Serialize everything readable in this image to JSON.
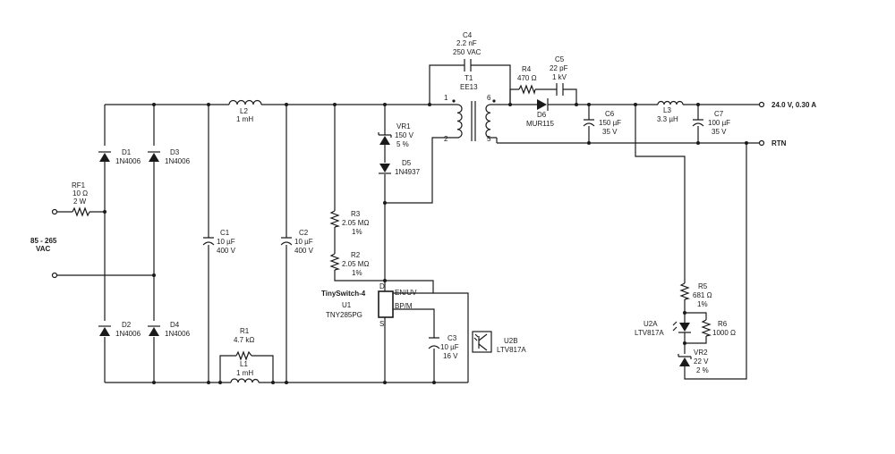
{
  "input": {
    "voltage": "85 - 265",
    "unit": "VAC"
  },
  "rf1": {
    "ref": "RF1",
    "value": "10 Ω",
    "power": "2 W"
  },
  "d1": {
    "ref": "D1",
    "part": "1N4006"
  },
  "d2": {
    "ref": "D2",
    "part": "1N4006"
  },
  "d3": {
    "ref": "D3",
    "part": "1N4006"
  },
  "d4": {
    "ref": "D4",
    "part": "1N4006"
  },
  "c1": {
    "ref": "C1",
    "value": "10 µF",
    "rating": "400 V"
  },
  "c2": {
    "ref": "C2",
    "value": "10 µF",
    "rating": "400 V"
  },
  "l2": {
    "ref": "L2",
    "value": "1 mH"
  },
  "r1": {
    "ref": "R1",
    "value": "4.7 kΩ"
  },
  "l1": {
    "ref": "L1",
    "value": "1 mH"
  },
  "r3": {
    "ref": "R3",
    "value": "2.05 MΩ",
    "tol": "1%"
  },
  "r2": {
    "ref": "R2",
    "value": "2.05 MΩ",
    "tol": "1%"
  },
  "vr1": {
    "ref": "VR1",
    "value": "150 V",
    "tol": "5 %"
  },
  "d5": {
    "ref": "D5",
    "part": "1N4937"
  },
  "c4": {
    "ref": "C4",
    "value": "2.2 nF",
    "rating": "250 VAC"
  },
  "t1": {
    "ref": "T1",
    "part": "EE13",
    "pin1": "1",
    "pin2": "2",
    "pin6": "6",
    "pin5": "5"
  },
  "r4": {
    "ref": "R4",
    "value": "470 Ω"
  },
  "c5": {
    "ref": "C5",
    "value": "22 pF",
    "rating": "1 kV"
  },
  "d6": {
    "ref": "D6",
    "part": "MUR115"
  },
  "c6": {
    "ref": "C6",
    "value": "150 µF",
    "rating": "35 V"
  },
  "l3": {
    "ref": "L3",
    "value": "3.3 µH"
  },
  "c7": {
    "ref": "C7",
    "value": "100 µF",
    "rating": "35 V"
  },
  "output": {
    "vout": "24.0 V, 0.30 A",
    "rtn": "RTN"
  },
  "u1": {
    "family": "TinySwitch-4",
    "ref": "U1",
    "part": "TNY285PG",
    "pin_d": "D",
    "pin_s": "S",
    "pin_en": "EN/UV",
    "pin_bp": "BP/M"
  },
  "c3": {
    "ref": "C3",
    "value": "10 µF",
    "rating": "16 V"
  },
  "u2b": {
    "ref": "U2B",
    "part": "LTV817A"
  },
  "u2a": {
    "ref": "U2A",
    "part": "LTV817A"
  },
  "r5": {
    "ref": "R5",
    "value": "681 Ω",
    "tol": "1%"
  },
  "r6": {
    "ref": "R6",
    "value": "1000 Ω"
  },
  "vr2": {
    "ref": "VR2",
    "value": "22 V",
    "tol": "2 %"
  }
}
